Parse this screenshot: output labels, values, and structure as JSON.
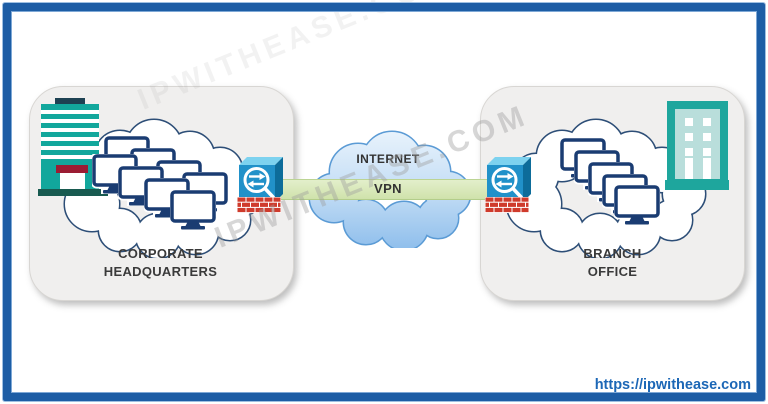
{
  "watermark": {
    "text": "IPWITHEASE.COM"
  },
  "footer": {
    "url_label": "https://ipwithease.com"
  },
  "internet_cloud": {
    "title": "INTERNET",
    "subtitle": "VPN"
  },
  "sites": {
    "left": {
      "name_line1": "CORPORATE",
      "name_line2": "HEADQUARTERS",
      "computer_count": 8
    },
    "right": {
      "name_line1": "BRANCH",
      "name_line2": "OFFICE",
      "computer_count": 5
    }
  },
  "colors": {
    "frame_blue": "#1d5da5",
    "tunnel_green": "#d7e5b4",
    "firewall_blue": "#2191c9",
    "brick_red": "#cf3b2c",
    "building_teal": "#13a79c",
    "monitor_navy": "#1a3c72",
    "cloud_stroke_navy": "#2d4e77",
    "internet_cloud_blue": "#5b9bd5",
    "link_blue": "#1c67b6"
  }
}
